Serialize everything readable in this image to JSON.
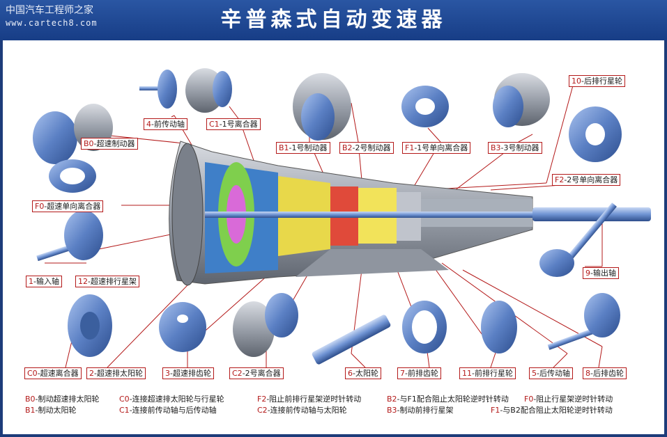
{
  "title": "辛普森式自动变速器",
  "watermark": {
    "line1": "中国汽车工程师之家",
    "line2": "www.cartech8.com"
  },
  "colors": {
    "accent": "#b31818",
    "header": "#1f4b97",
    "part": "#5b80c4"
  },
  "callouts": [
    {
      "id": "b0",
      "code": "B0",
      "text": "-超速制动器"
    },
    {
      "id": "shaft4",
      "code": "4",
      "text": "-前传动轴"
    },
    {
      "id": "c1",
      "code": "C1",
      "text": "-1号离合器"
    },
    {
      "id": "b1",
      "code": "B1",
      "text": "-1号制动器"
    },
    {
      "id": "b2",
      "code": "B2",
      "text": "-2号制动器"
    },
    {
      "id": "f1",
      "code": "F1",
      "text": "-1号单向离合器"
    },
    {
      "id": "b3",
      "code": "B3",
      "text": "-3号制动器"
    },
    {
      "id": "p10",
      "code": "10",
      "text": "-后排行星轮"
    },
    {
      "id": "f2",
      "code": "F2",
      "text": "-2号单向离合器"
    },
    {
      "id": "f0",
      "code": "F0",
      "text": "-超速单向离合器"
    },
    {
      "id": "p1",
      "code": "1",
      "text": "-输入轴"
    },
    {
      "id": "p12",
      "code": "12",
      "text": "-超速排行星架"
    },
    {
      "id": "p9",
      "code": "9",
      "text": "-输出轴"
    },
    {
      "id": "c0",
      "code": "C0",
      "text": "-超速离合器"
    },
    {
      "id": "p2",
      "code": "2",
      "text": "-超速排太阳轮"
    },
    {
      "id": "p3",
      "code": "3",
      "text": "-超速排齿轮"
    },
    {
      "id": "c2",
      "code": "C2",
      "text": "-2号离合器"
    },
    {
      "id": "p6",
      "code": "6",
      "text": "-太阳轮"
    },
    {
      "id": "p7",
      "code": "7",
      "text": "-前排齿轮"
    },
    {
      "id": "p11",
      "code": "11",
      "text": "-前排行星轮"
    },
    {
      "id": "p5",
      "code": "5",
      "text": "-后传动轴"
    },
    {
      "id": "p8",
      "code": "8",
      "text": "-后排齿轮"
    }
  ],
  "legend": [
    {
      "code": "B0",
      "text": "-制动超速排太阳轮"
    },
    {
      "code": "B1",
      "text": "-制动太阳轮"
    },
    {
      "code": "C0",
      "text": "-连接超速排太阳轮与行星轮"
    },
    {
      "code": "C1",
      "text": "-连接前传动轴与后传动轴"
    },
    {
      "code": "F2",
      "text": "-阻止前排行星架逆时针转动"
    },
    {
      "code": "C2",
      "text": "-连接前传动轴与太阳轮"
    },
    {
      "code": "B2",
      "text": "-与F1配合阻止太阳轮逆时针转动"
    },
    {
      "code": "B3",
      "text": "-制动前排行星架"
    },
    {
      "code": "F0",
      "text": "-阻止行星架逆时针转动"
    },
    {
      "code": "F1",
      "text": "-与B2配合阻止太阳轮逆时针转动"
    }
  ]
}
